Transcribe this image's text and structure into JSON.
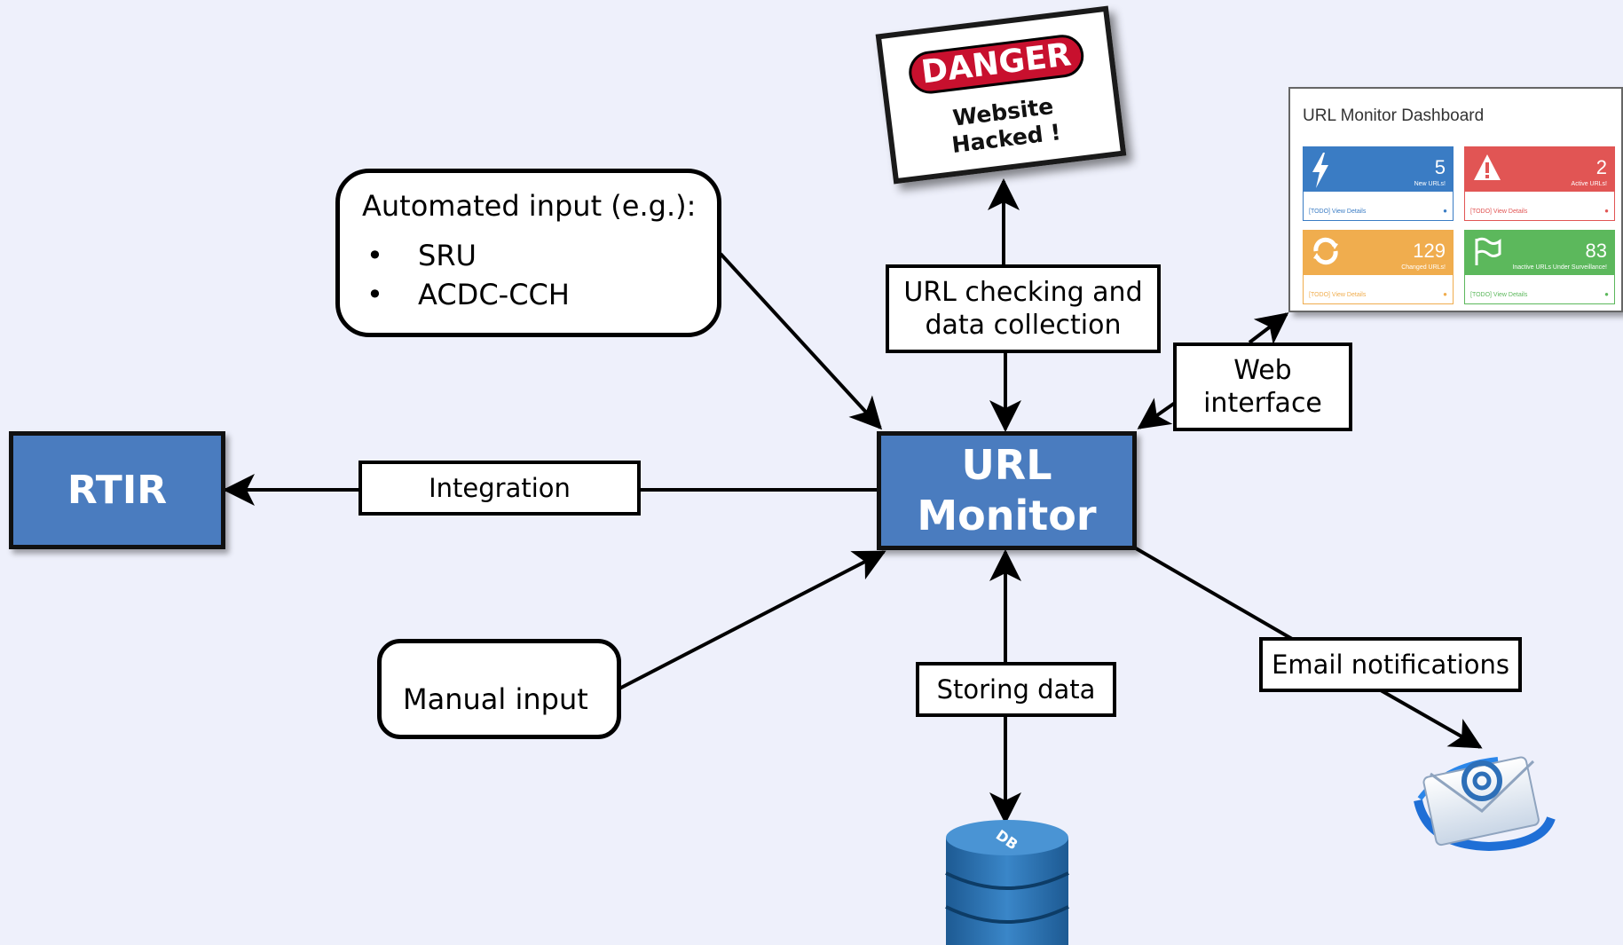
{
  "nodes": {
    "rtir": "RTIR",
    "url_monitor_line1": "URL",
    "url_monitor_line2": "Monitor"
  },
  "automated_input": {
    "title": "Automated input (e.g.):",
    "items": [
      "SRU",
      "ACDC-CCH"
    ]
  },
  "manual_input": "Manual input",
  "edge_labels": {
    "integration": "Integration",
    "url_checking_line1": "URL checking and",
    "url_checking_line2": "data collection",
    "web_interface_line1": "Web",
    "web_interface_line2": "interface",
    "storing_data": "Storing data",
    "email_notifications": "Email notifications"
  },
  "danger_sign": {
    "header": "DANGER",
    "line1": "Website",
    "line2": "Hacked !"
  },
  "database_icon": {
    "label": "DB"
  },
  "dashboard": {
    "title": "URL Monitor Dashboard",
    "cards": [
      {
        "icon": "bolt-icon",
        "value": "5",
        "caption": "New URLs!",
        "footer": "[TODO] View Details",
        "color": "#3a7cc4"
      },
      {
        "icon": "warning-icon",
        "value": "2",
        "caption": "Active URLs!",
        "footer": "[TODO] View Details",
        "color": "#e15554"
      },
      {
        "icon": "refresh-icon",
        "value": "129",
        "caption": "Changed URLs!",
        "footer": "[TODO] View Details",
        "color": "#f0ad4e"
      },
      {
        "icon": "flag-icon",
        "value": "83",
        "caption": "Inactive URLs Under Surveillance!",
        "footer": "[TODO] View Details",
        "color": "#5cb85c"
      }
    ]
  },
  "colors": {
    "background": "#eef0fb",
    "node_blue": "#4a7cbf",
    "danger_red": "#c8102e"
  }
}
